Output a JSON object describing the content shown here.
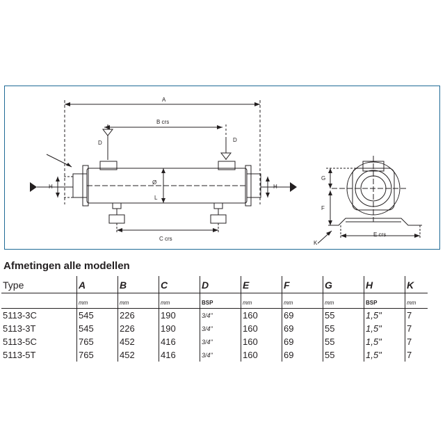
{
  "drawing_labels": {
    "A": "A",
    "B_crs": "B crs",
    "C_crs": "C crs",
    "D": "D",
    "H": "H",
    "L": "L",
    "diameter": "Ø",
    "G": "G",
    "F": "F",
    "E_crs": "E crs",
    "K": "K"
  },
  "table": {
    "title": "Afmetingen alle modellen",
    "header": [
      "Type",
      "A",
      "B",
      "C",
      "D",
      "E",
      "F",
      "G",
      "H",
      "K"
    ],
    "units": [
      "",
      "mm",
      "mm",
      "mm",
      "BSP",
      "mm",
      "mm",
      "mm",
      "BSP",
      "mm"
    ],
    "rows": [
      [
        "5113-3C",
        "545",
        "226",
        "190",
        "3/4\"",
        "160",
        "69",
        "55",
        "1,5\"",
        "7"
      ],
      [
        "5113-3T",
        "545",
        "226",
        "190",
        "3/4\"",
        "160",
        "69",
        "55",
        "1,5\"",
        "7"
      ],
      [
        "5113-5C",
        "765",
        "452",
        "416",
        "3/4\"",
        "160",
        "69",
        "55",
        "1,5\"",
        "7"
      ],
      [
        "5113-5T",
        "765",
        "452",
        "416",
        "3/4\"",
        "160",
        "69",
        "55",
        "1,5\"",
        "7"
      ]
    ]
  }
}
